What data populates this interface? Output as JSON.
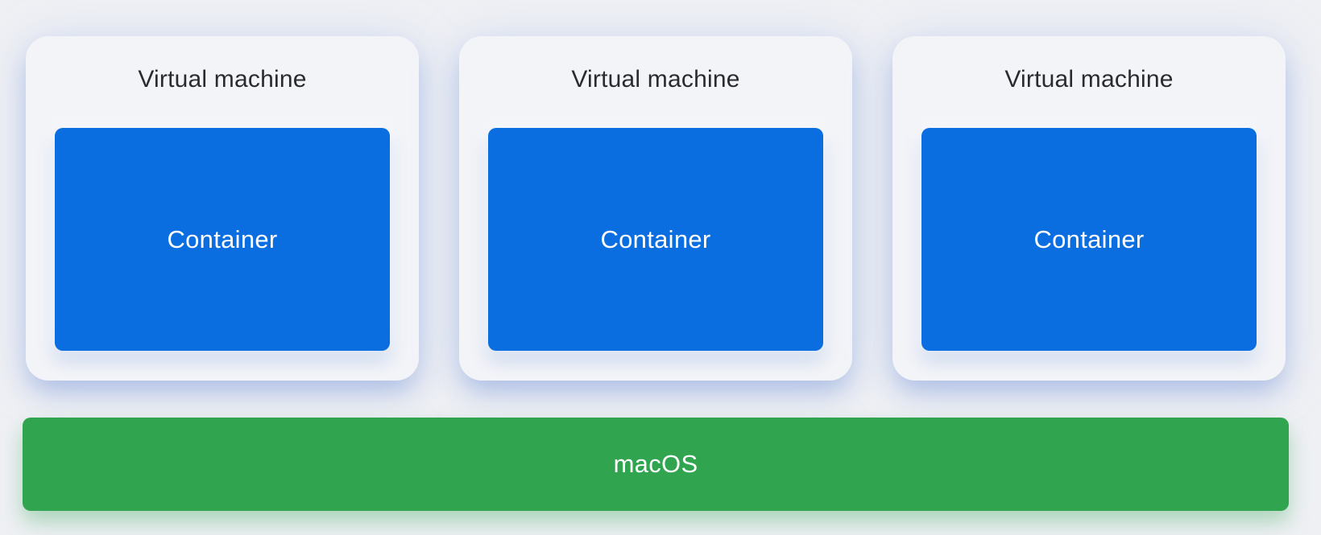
{
  "diagram": {
    "virtual_machines": [
      {
        "title": "Virtual machine",
        "container": {
          "label": "Container"
        }
      },
      {
        "title": "Virtual machine",
        "container": {
          "label": "Container"
        }
      },
      {
        "title": "Virtual machine",
        "container": {
          "label": "Container"
        }
      }
    ],
    "host": {
      "label": "macOS"
    },
    "colors": {
      "page_bg": "#eff0f4",
      "card_bg": "#f3f4f8",
      "container_blue": "#0a6ee0",
      "host_green": "#30a44f",
      "title_text": "#2a2b2e",
      "light_text": "#ffffff"
    }
  }
}
